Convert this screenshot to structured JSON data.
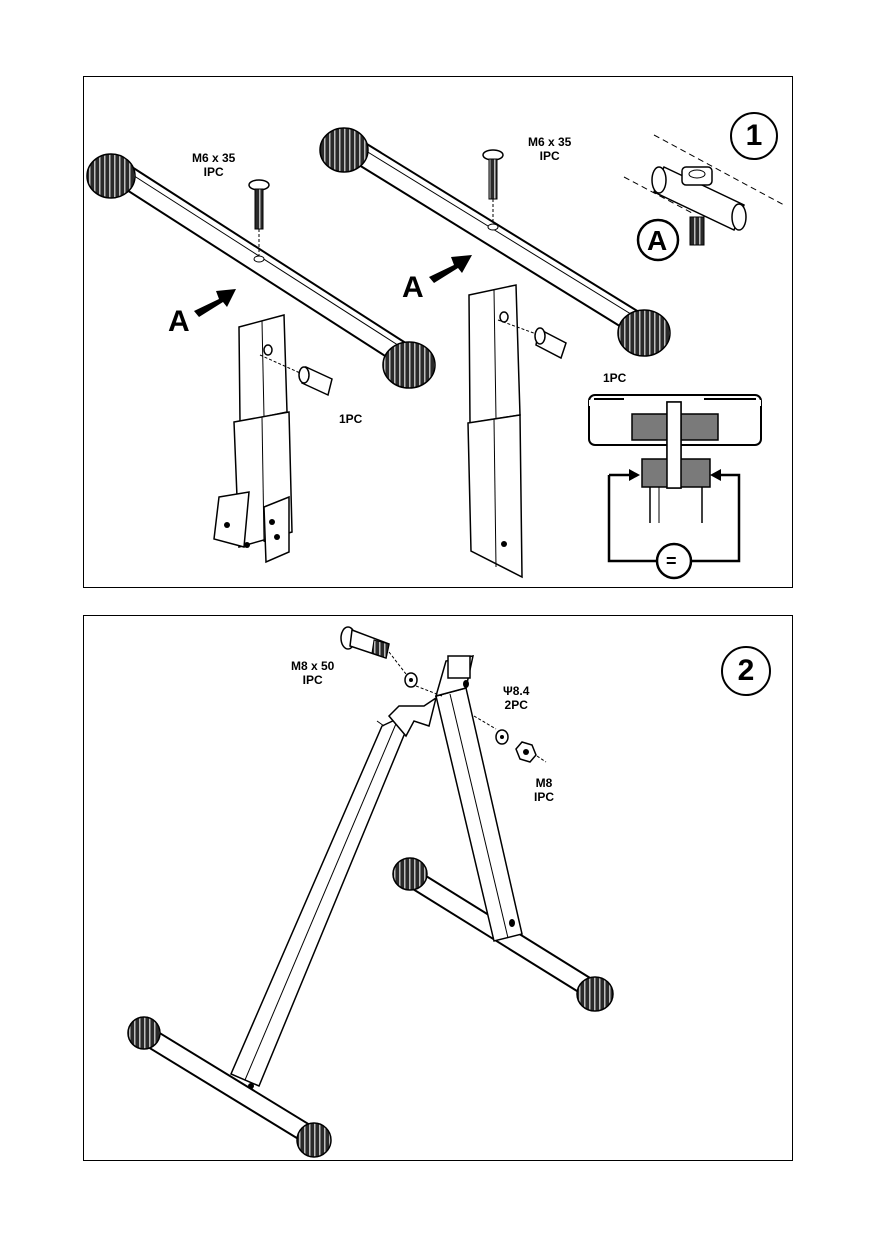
{
  "step1": {
    "number": "1",
    "screw_left": "M6 x 35\nIPC",
    "screw_right": "M6 x 35\nIPC",
    "clamp_label": "1PC",
    "arrow_left": "A",
    "arrow_right": "A",
    "detail_label": "A",
    "detail_clamp_label": "1PC",
    "equal_sign": "="
  },
  "step2": {
    "number": "2",
    "bolt_label": "M8 x 50\nIPC",
    "washer_label": "Ψ8.4\n2PC",
    "nut_label": "M8\nIPC"
  }
}
